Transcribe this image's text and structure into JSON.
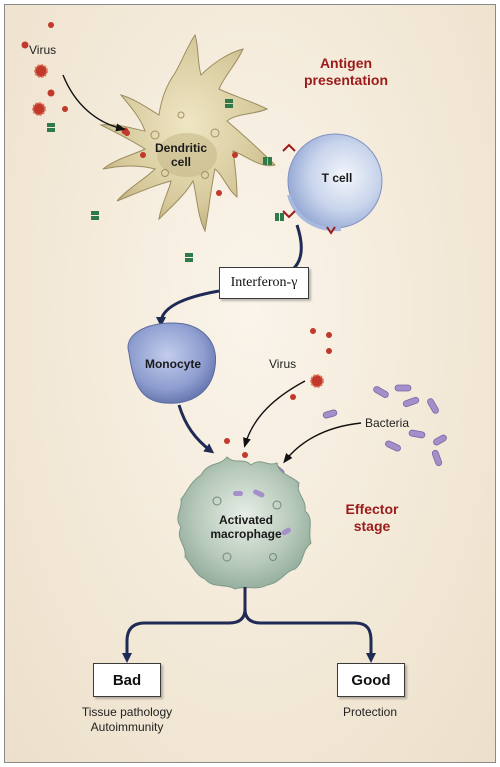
{
  "labels": {
    "virus_top": "Virus",
    "dendritic_line1": "Dendritic",
    "dendritic_line2": "cell",
    "t_cell": "T cell",
    "antigen_line1": "Antigen",
    "antigen_line2": "presentation",
    "interferon": "Interferon-γ",
    "monocyte": "Monocyte",
    "virus_mid": "Virus",
    "bacteria": "Bacteria",
    "macrophage_line1": "Activated",
    "macrophage_line2": "macrophage",
    "effector_line1": "Effector",
    "effector_line2": "stage"
  },
  "outcomes": {
    "bad": {
      "label": "Bad",
      "note_line1": "Tissue pathology",
      "note_line2": "Autoimmunity"
    },
    "good": {
      "label": "Good",
      "note_line1": "Protection"
    }
  },
  "colors": {
    "arrow_navy": "#1f2a55",
    "title_red": "#9b1b1b",
    "dendritic_fill": "#d8cda0",
    "t_cell_fill": "#c7d3ea",
    "monocyte_fill": "#8fa0cf",
    "macrophage_fill": "#b7c8bb",
    "virus": "#c0392b",
    "bacteria": "#9a86c0"
  }
}
